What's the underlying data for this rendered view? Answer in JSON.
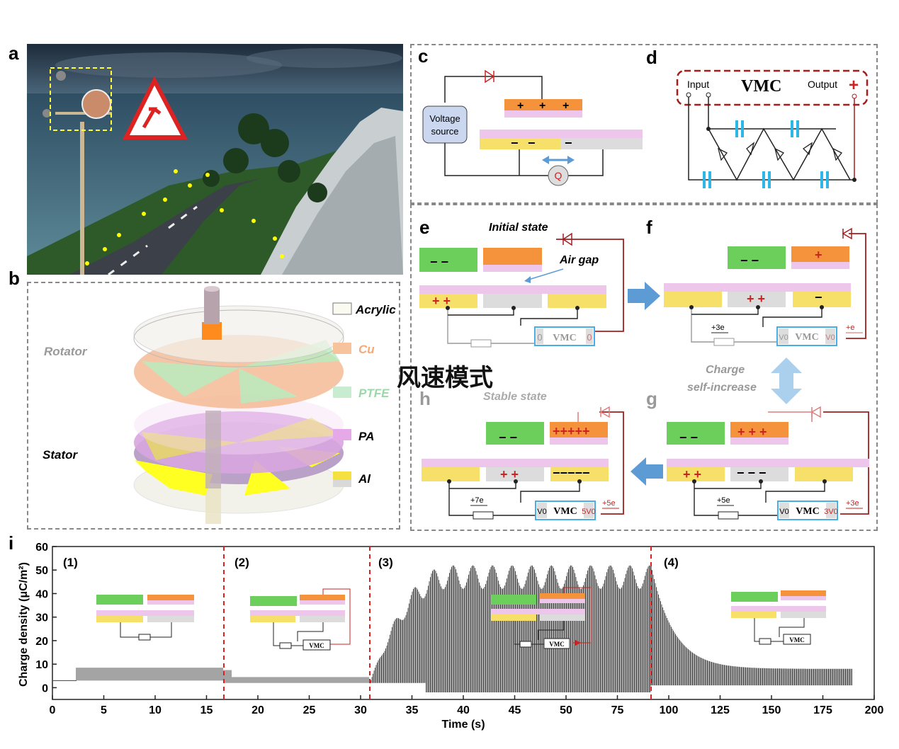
{
  "panels": {
    "a": "a",
    "b": "b",
    "c": "c",
    "d": "d",
    "e": "e",
    "f": "f",
    "g": "g",
    "h": "h",
    "i": "i"
  },
  "layers": {
    "acrylic": "Acrylic",
    "cu": "Cu",
    "ptfe": "PTFE",
    "pa": "PA",
    "al": "Al",
    "rotator": "Rotator",
    "stator": "Stator"
  },
  "circuit_c": {
    "source_line1": "Voltage",
    "source_line2": "source",
    "meter": "Q"
  },
  "vmc_d": {
    "input": "Input",
    "output": "Output",
    "title": "VMC",
    "plus": "+"
  },
  "states": {
    "initial": "Initial state",
    "air_gap": "Air gap",
    "stable": "Stable state",
    "charge1": "Charge",
    "charge2": "self-increase",
    "vmc": "VMC",
    "e_left": "0",
    "e_right": "0",
    "f_left": "V0",
    "f_right": "V0",
    "f_current": "+3e",
    "f_out": "+e",
    "g_left": "V0",
    "g_right": "3V0",
    "g_current": "+5e",
    "g_out": "+3e",
    "h_left": "V0",
    "h_right": "5V0",
    "h_current": "+7e",
    "h_out": "+5e",
    "plus2": "+ +",
    "plus3": "+ + +",
    "plus5": "+++++",
    "minus2": "− −",
    "minus3": "− − −",
    "minus5": "−−−−−",
    "plus1": "+",
    "minus1": "−"
  },
  "overlay_text": "风速模式",
  "chart_data": {
    "type": "line",
    "xlabel": "Time (s)",
    "ylabel": "Charge density (μC/m²)",
    "ylim": [
      -5,
      60
    ],
    "yticks": [
      0,
      10,
      20,
      30,
      40,
      50,
      60
    ],
    "xtick_labels": [
      "0",
      "5",
      "10",
      "15",
      "20",
      "25",
      "30",
      "35",
      "40",
      "45",
      "50",
      "75",
      "100",
      "125",
      "150",
      "175",
      "200"
    ],
    "segments": [
      {
        "label": "(1)",
        "description_values": {
          "baseline": 3,
          "peak": 8.5
        }
      },
      {
        "label": "(2)",
        "description_values": {
          "baseline": 2,
          "peak": 4.5
        }
      },
      {
        "label": "(3)",
        "description_values": {
          "baseline": 2,
          "peak": 52
        }
      },
      {
        "label": "(4)",
        "description_values": {
          "baseline": 1,
          "peak": 8
        }
      }
    ],
    "inset_label": "VMC"
  }
}
